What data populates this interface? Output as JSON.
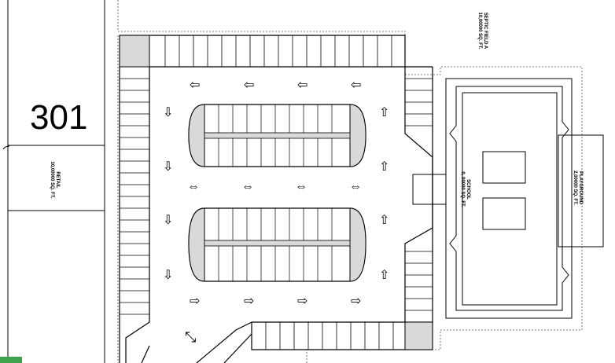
{
  "highway_label": "301",
  "labels": {
    "retail": {
      "name": "RETAIL",
      "area": "10,00000 SQ. FT."
    },
    "school": {
      "name": "SCHOOL",
      "area": "0, 00000 SQ. FT."
    },
    "playground": {
      "name": "PLAYGROUND",
      "area": "2,00000 SQ. FT."
    },
    "septic": {
      "name": "SEPTIC FIELD A",
      "area": "10,00000 SQ. FT."
    }
  },
  "arrows": {
    "top_row": "⇦",
    "left_col": "⇩",
    "right_col": "⇧",
    "middle_row": "⇔",
    "bottom_row": "⇨",
    "exit": "⤡"
  },
  "colors": {
    "line": "#000000",
    "island_fill": "#d9d9d9",
    "badge": "#3fa34d"
  }
}
